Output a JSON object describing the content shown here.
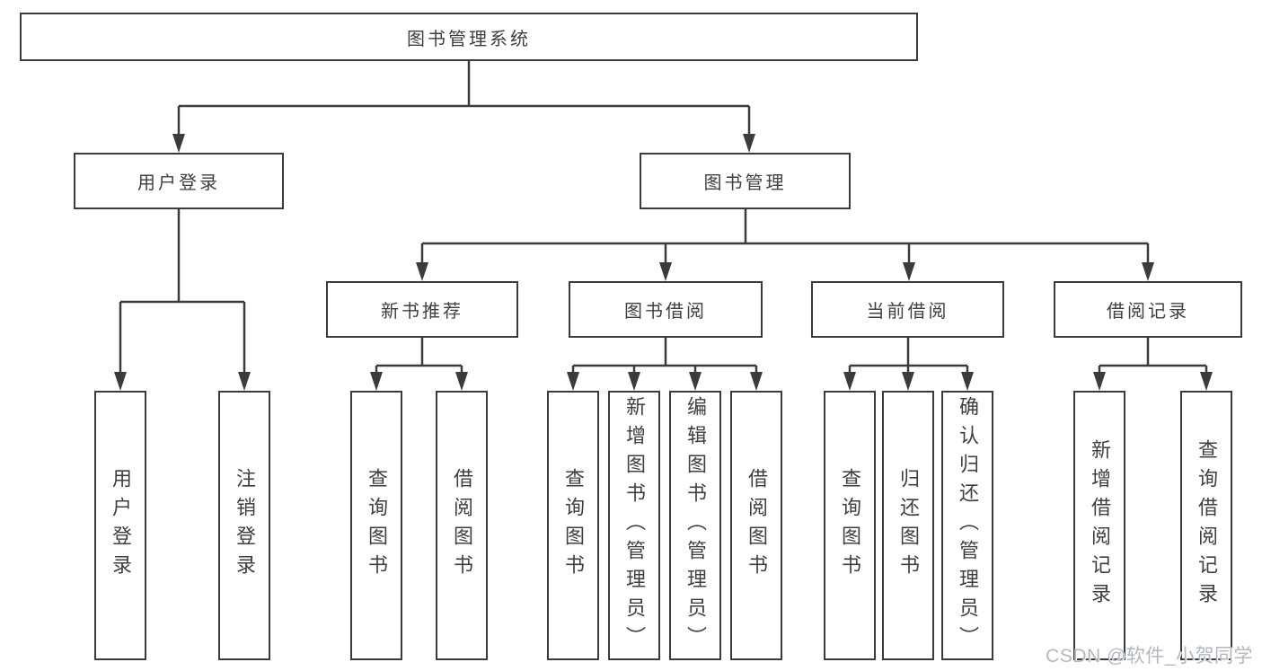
{
  "diagram": {
    "root": {
      "label": "图书管理系统"
    },
    "level2": [
      {
        "label": "用户登录"
      },
      {
        "label": "图书管理"
      }
    ],
    "level3": [
      {
        "label": "新书推荐"
      },
      {
        "label": "图书借阅"
      },
      {
        "label": "当前借阅"
      },
      {
        "label": "借阅记录"
      }
    ],
    "leaves": {
      "user_login": [
        "用户登录",
        "注销登录"
      ],
      "new_book_recommend": [
        "查询图书",
        "借阅图书"
      ],
      "book_borrow": [
        "查询图书",
        "新增图书（管理员）",
        "编辑图书（管理员）",
        "借阅图书"
      ],
      "current_borrow": [
        "查询图书",
        "归还图书",
        "确认归还（管理员）"
      ],
      "borrow_records": [
        "新增借阅记录",
        "查询借阅记录"
      ]
    }
  },
  "watermark": {
    "text": "CSDN @软件_小贺同学"
  },
  "colors": {
    "line": "#3b3b3b",
    "text": "#3f3f3f",
    "watermark": "#b3b8bf",
    "background": "#ffffff"
  }
}
